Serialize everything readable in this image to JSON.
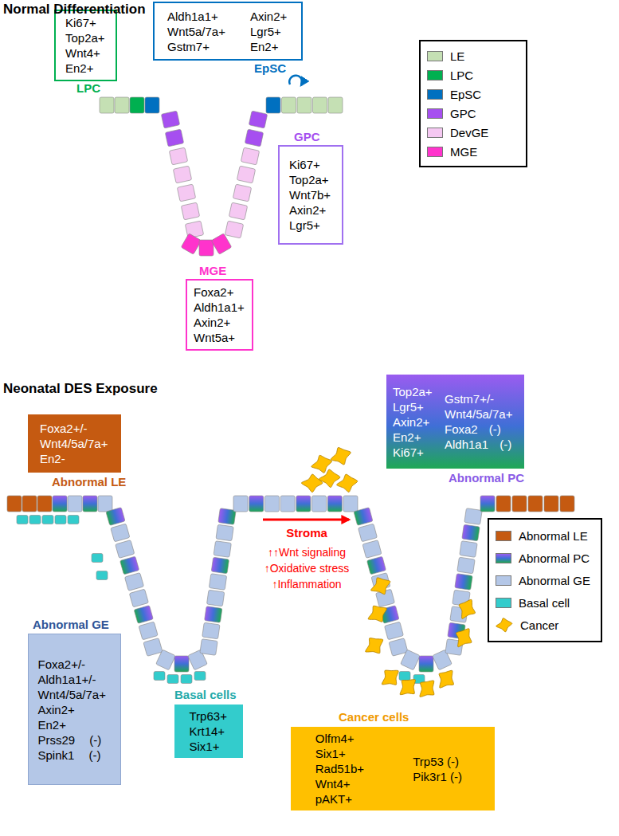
{
  "diagram": {
    "title": "Normal Differentiation",
    "nodes": [
      {
        "text": [
          "LPC",
          "Ki67+ Top2a+ Wnt4+ En2+"
        ]
      },
      {
        "text": [
          "EpSC",
          "Aldh1a1+ Wnt5a/7a+ Gstm7+",
          "Axin2+ Lgr5+ En2+"
        ]
      },
      {
        "text": [
          "GPC",
          "Ki67+ Top2a+ Wnt7b+ Axin2+ Lgr5+"
        ]
      },
      {
        "text": [
          "MGE",
          "Foxa2+ Aldh1a1+ Axin2+ Wnt5a+"
        ]
      },
      {
        "text": [
          "Abnormal LE",
          "Foxa2+/- Wnt4/5a/7a+ En2-"
        ]
      },
      {
        "text": [
          "Abnormal PC",
          "Top2a+ Lgr5+ Axin2+ En2+ Ki67+",
          "Gstm7+/- Wnt4/5a/7a+ Foxa2 (-) Aldh1a1 (-)"
        ]
      },
      {
        "text": [
          "Abnormal GE",
          "Foxa2+/- Aldh1a1+/- Wnt4/5a/7a+ Axin2+ En2+ Prss29 (-) Spink1 (-)"
        ]
      },
      {
        "text": [
          "Basal cells",
          "Trp63+ Krt14+ Six1+"
        ]
      },
      {
        "text": [
          "Cancer cells",
          "Olfm4+ Six1+ Rad51b+ Wnt4+ pAKT+",
          "Trp53 (-) Pik3r1 (-)"
        ]
      }
    ],
    "labels": [
      "Neonatal DES Exposure",
      "Stroma",
      "↑↑Wnt signaling",
      "↑Oxidative stress",
      "↑Inflammation"
    ],
    "legend": [
      {
        "text": "LE",
        "color": "#c5e0b4"
      },
      {
        "text": "LPC",
        "color": "#00b050"
      },
      {
        "text": "EpSC",
        "color": "#0070c0"
      },
      {
        "text": "GPC",
        "color": "#a64ff0"
      },
      {
        "text": "DevGE",
        "color": "#f5c8f2"
      },
      {
        "text": "MGE",
        "color": "#ff33cc"
      },
      {
        "text": "Abnormal LE",
        "color": "#c55a11"
      },
      {
        "text": "Abnormal PC"
      },
      {
        "text": "Abnormal GE",
        "color": "#b4c7e7"
      },
      {
        "text": "Basal cell",
        "color": "#33cccc"
      },
      {
        "text": "Cancer"
      }
    ]
  }
}
